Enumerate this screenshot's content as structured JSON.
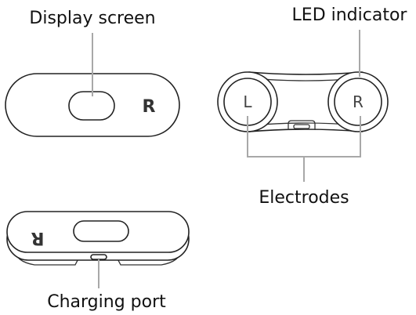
{
  "labels": {
    "display_screen": "Display screen",
    "led_indicator": "LED indicator",
    "electrodes": "Electrodes",
    "charging_port": "Charging port"
  },
  "electrode_letters": {
    "left": "L",
    "right": "R"
  },
  "brand_mark": "R",
  "colors": {
    "outline": "#222222",
    "leader_line": "#a8a8a8",
    "text": "#111111"
  }
}
